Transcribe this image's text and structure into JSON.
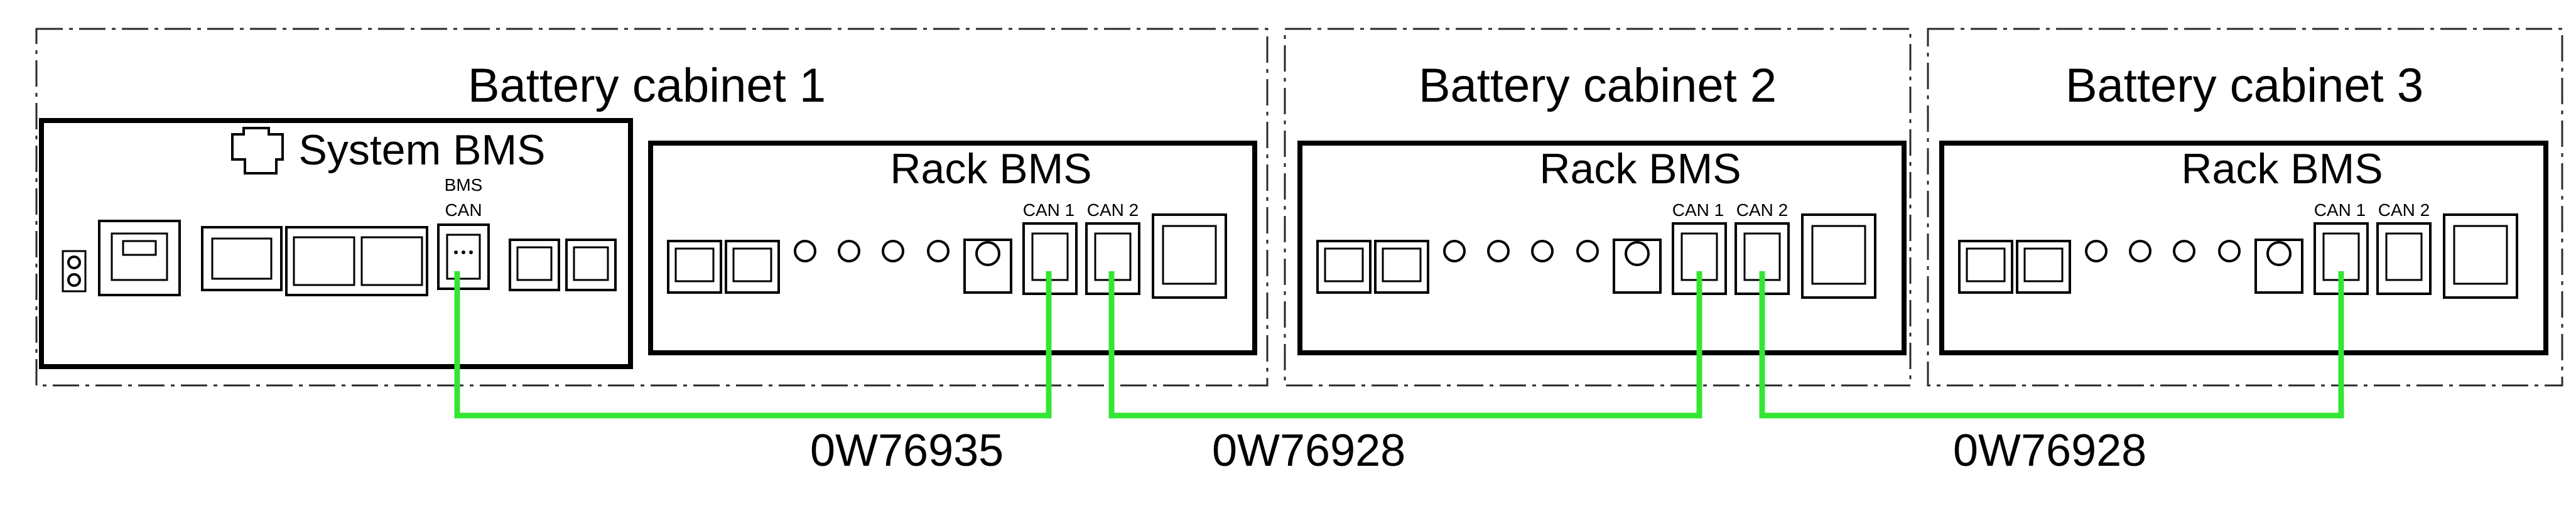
{
  "cabinets": [
    {
      "title": "Battery cabinet 1"
    },
    {
      "title": "Battery cabinet 2"
    },
    {
      "title": "Battery cabinet 3"
    }
  ],
  "system_bms": {
    "title": "System BMS",
    "port_label_line1": "BMS",
    "port_label_line2": "CAN"
  },
  "rack_bms": [
    {
      "title": "Rack BMS",
      "can1_label": "CAN 1",
      "can2_label": "CAN 2"
    },
    {
      "title": "Rack BMS",
      "can1_label": "CAN 1",
      "can2_label": "CAN 2"
    },
    {
      "title": "Rack BMS",
      "can1_label": "CAN 1",
      "can2_label": "CAN 2"
    }
  ],
  "cables": [
    {
      "id": "0W76935",
      "color": "#33e633"
    },
    {
      "id": "0W76928",
      "color": "#33e633"
    },
    {
      "id": "0W76928",
      "color": "#33e633"
    }
  ]
}
